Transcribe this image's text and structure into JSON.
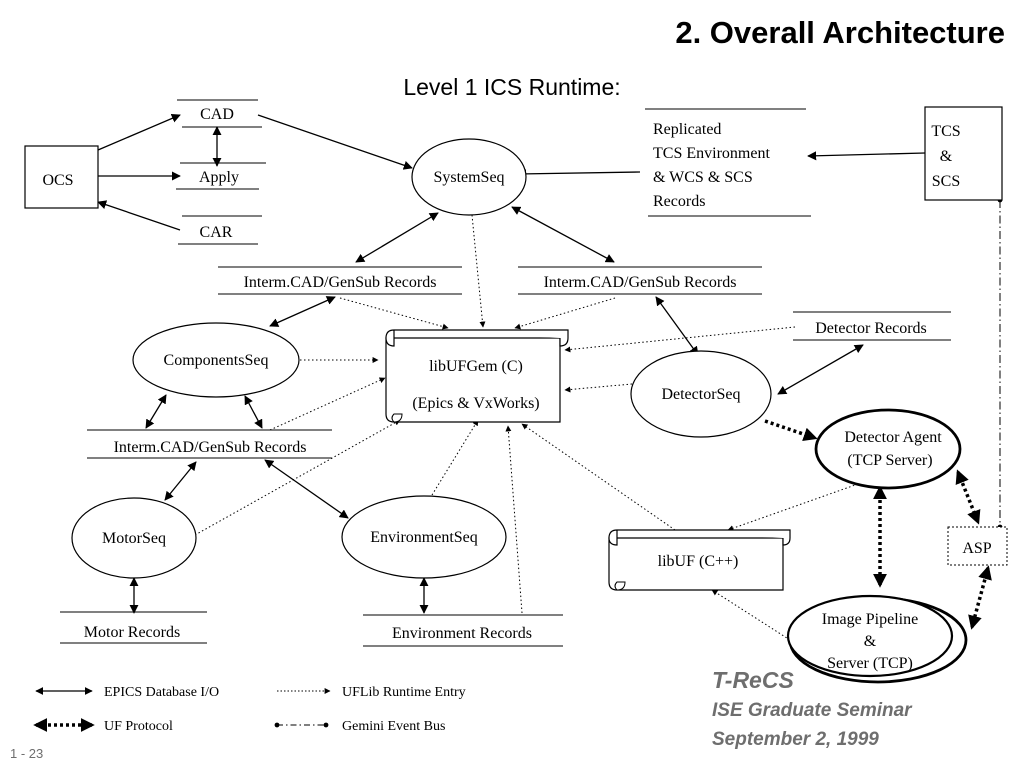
{
  "slide": {
    "title": "2. Overall Architecture",
    "subtitle": "Level 1 ICS Runtime:",
    "page_number": "1 - 23",
    "footer": {
      "project": "T-ReCS",
      "event": "ISE Graduate Seminar",
      "date": "September 2, 1999"
    }
  },
  "nodes": {
    "ocs": "OCS",
    "cad": "CAD",
    "apply": "Apply",
    "car": "CAR",
    "system_seq": "SystemSeq",
    "replicated": [
      "Replicated",
      "TCS Environment",
      "& WCS & SCS",
      "Records"
    ],
    "tcs": [
      "TCS",
      "&",
      "SCS"
    ],
    "interm_top_left": "Interm.CAD/GenSub Records",
    "interm_top_right": "Interm.CAD/GenSub Records",
    "interm_mid": "Interm.CAD/GenSub Records",
    "components_seq": "ComponentsSeq",
    "libufgem": [
      "libUFGem (C)",
      "(Epics & VxWorks)"
    ],
    "detector_records": "Detector Records",
    "detector_seq": "DetectorSeq",
    "detector_agent": [
      "Detector Agent",
      "(TCP Server)"
    ],
    "motor_seq": "MotorSeq",
    "environment_seq": "EnvironmentSeq",
    "libuf": "libUF (C++)",
    "asp": "ASP",
    "motor_records": "Motor Records",
    "environment_records": "Environment Records",
    "image_pipeline": [
      "Image Pipeline",
      "&",
      "Server (TCP)"
    ]
  },
  "legend": {
    "epics": "EPICS Database I/O",
    "uflib": "UFLib Runtime Entry",
    "uf_protocol": "UF Protocol",
    "gemini_bus": "Gemini Event Bus"
  }
}
